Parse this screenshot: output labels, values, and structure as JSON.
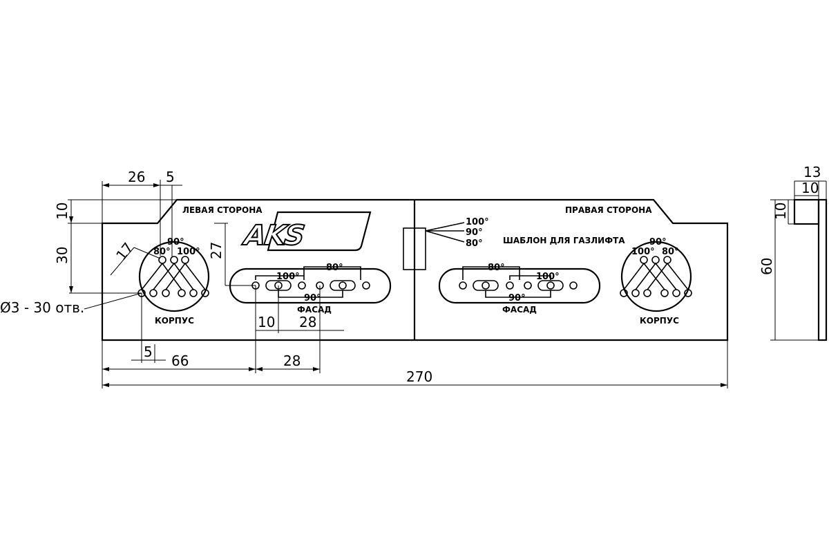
{
  "labels": {
    "left_side": "ЛЕВАЯ СТОРОНА",
    "right_side": "ПРАВАЯ СТОРОНА",
    "template_title": "ШАБЛОН ДЛЯ ГАЗЛИФТА",
    "facade_left": "ФАСАД",
    "facade_right": "ФАСАД",
    "body_left": "КОРПУС",
    "body_right": "КОРПУС",
    "logo": "AKS"
  },
  "angles": {
    "a80": "80°",
    "a90": "90°",
    "a100": "100°"
  },
  "dimensions": {
    "d26": "26",
    "d5_top": "5",
    "d10_left": "10",
    "d30": "30",
    "d17": "17",
    "d27": "27",
    "holes": "Ø3 - 30 отв.",
    "d10_mid": "10",
    "d28_mid": "28",
    "d5_bottom": "5",
    "d66": "66",
    "d28_bottom": "28",
    "d270": "270",
    "d13": "13",
    "d10_side_top": "10",
    "d10_side_left": "10",
    "d60": "60"
  }
}
